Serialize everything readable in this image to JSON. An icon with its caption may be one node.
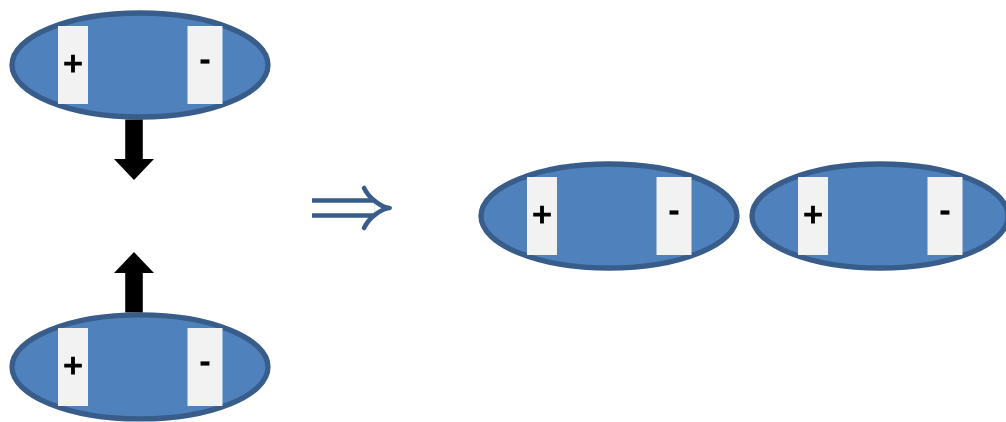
{
  "diagram": {
    "nodes": [
      {
        "text": [],
        "shape": "ellipse"
      },
      {
        "text": [
          "+"
        ],
        "in": 0
      },
      {
        "text": [
          "-"
        ],
        "in": 0
      },
      {
        "text": [],
        "shape": "ellipse"
      },
      {
        "text": [
          "+"
        ],
        "in": 3
      },
      {
        "text": [
          "-"
        ],
        "in": 3
      },
      {
        "text": [],
        "shape": "ellipse"
      },
      {
        "text": [
          "+"
        ],
        "in": 6
      },
      {
        "text": [
          "-"
        ],
        "in": 6
      },
      {
        "text": [],
        "shape": "ellipse"
      },
      {
        "text": [
          "+"
        ],
        "in": 9
      },
      {
        "text": [
          "-"
        ],
        "in": 9
      }
    ],
    "edges": [
      {
        "from": 0,
        "to": null,
        "arrow": "to"
      },
      {
        "from": 3,
        "to": null,
        "arrow": "to"
      }
    ]
  }
}
